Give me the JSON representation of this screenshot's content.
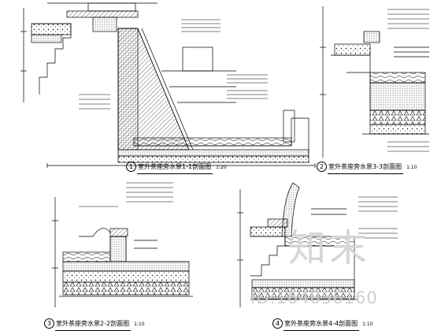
{
  "sections": [
    {
      "number": "1",
      "title": "室外茶座旁水景1-1剖面图",
      "scale": "1:20"
    },
    {
      "number": "2",
      "title": "室外茶座旁水景3-3剖面图",
      "scale": "1:10"
    },
    {
      "number": "3",
      "title": "室外茶座旁水景2-2剖面图",
      "scale": "1:10"
    },
    {
      "number": "4",
      "title": "室外茶座旁水景4-4剖面图",
      "scale": "1:10"
    }
  ],
  "watermark": {
    "logo_text": "知末",
    "id_text": "ID:164856160"
  },
  "colors": {
    "line": "#000000",
    "watermark": "#cfcfcf"
  }
}
